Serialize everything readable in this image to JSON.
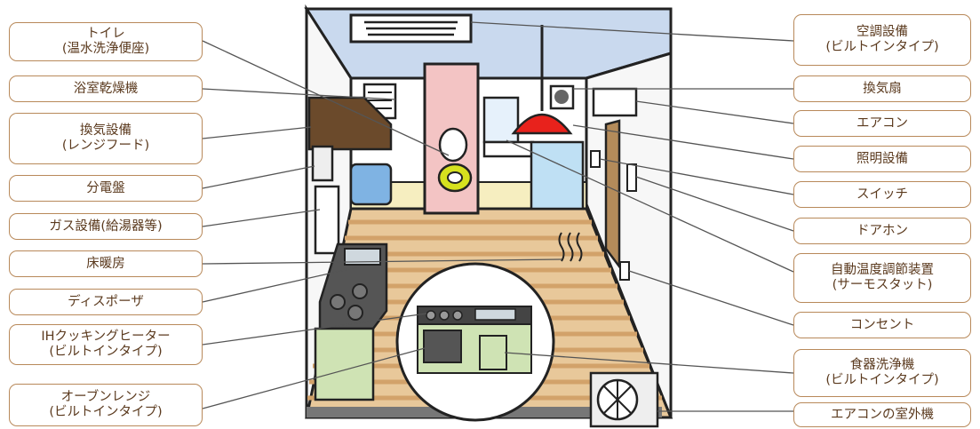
{
  "labels_left": [
    {
      "id": "toilet",
      "lines": [
        "トイレ",
        "(温水洗浄便座)"
      ]
    },
    {
      "id": "bath-dryer",
      "lines": [
        "浴室乾燥機"
      ]
    },
    {
      "id": "range-hood",
      "lines": [
        "換気設備",
        "(レンジフード)"
      ]
    },
    {
      "id": "panel",
      "lines": [
        "分電盤"
      ]
    },
    {
      "id": "gas",
      "lines": [
        "ガス設備(給湯器等)"
      ]
    },
    {
      "id": "floor-heating",
      "lines": [
        "床暖房"
      ]
    },
    {
      "id": "disposer",
      "lines": [
        "ディスポーザ"
      ]
    },
    {
      "id": "ih",
      "lines": [
        "IHクッキングヒーター",
        "(ビルトインタイプ)"
      ]
    },
    {
      "id": "oven",
      "lines": [
        "オーブンレンジ",
        "(ビルトインタイプ)"
      ]
    }
  ],
  "labels_right": [
    {
      "id": "aircon-builtin",
      "lines": [
        "空調設備",
        "(ビルトインタイプ)"
      ]
    },
    {
      "id": "fan",
      "lines": [
        "換気扇"
      ]
    },
    {
      "id": "aircon",
      "lines": [
        "エアコン"
      ]
    },
    {
      "id": "lighting",
      "lines": [
        "照明設備"
      ]
    },
    {
      "id": "switch",
      "lines": [
        "スイッチ"
      ]
    },
    {
      "id": "doorphone",
      "lines": [
        "ドアホン"
      ]
    },
    {
      "id": "thermostat",
      "lines": [
        "自動温度調節装置",
        "(サーモスタット)"
      ]
    },
    {
      "id": "outlet",
      "lines": [
        "コンセント"
      ]
    },
    {
      "id": "dishwasher",
      "lines": [
        "食器洗浄機",
        "(ビルトインタイプ)"
      ]
    },
    {
      "id": "outdoor-unit",
      "lines": [
        "エアコンの室外機"
      ]
    }
  ],
  "colors": {
    "border": "#b8895a",
    "text": "#5b3a1e",
    "ceiling": "#c9d9ee",
    "floor": "#e8c89a",
    "floor_stripe": "#d2a26a",
    "toilet_wall": "#f3c4c4",
    "cabinet": "#cfe3b4",
    "lamp": "#e8221c",
    "counter": "#444444"
  }
}
